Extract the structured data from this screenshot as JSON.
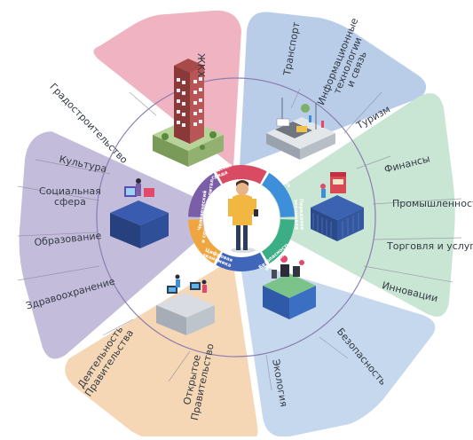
{
  "colors": {
    "housing": "#efb3c1",
    "transport": "#b9cde8",
    "finance": "#c9e5d4",
    "security": "#c6d8ee",
    "government": "#f6d7b5",
    "culture": "#c4bcdb",
    "ring_city": "#d94a63",
    "ring_digital": "#3c8fd8",
    "ring_economy": "#3cae86",
    "ring_security": "#3f66b8",
    "ring_gov": "#f0a640",
    "ring_human": "#7b5ea8",
    "circle": "#8b7fb0"
  },
  "sectors": {
    "housing": [
      "Градостроительство",
      "ЖКХ"
    ],
    "transport": [
      "Транспорт",
      "Информационные\nтехнологии\nи связь",
      "Туризм"
    ],
    "finance": [
      "Финансы",
      "Промышленность",
      "Торговля и услуги",
      "Инновации"
    ],
    "security": [
      "Безопасность",
      "Экология"
    ],
    "government": [
      "Деятельность\nПравительства",
      "Открытое\nПравительство"
    ],
    "culture": [
      "Культура",
      "Социальная\nсфера",
      "Образование",
      "Здравоохранение"
    ]
  },
  "ring": {
    "city": "Городская\nсреда",
    "digital": "Цифровая\nмобильность",
    "economy": "Передовая\nэкономика",
    "security": "Безопасность\nи экология",
    "gov": "Цифровая\nэкономика",
    "human": "Человеческий\nи социальный капитал"
  },
  "icons": {
    "housing": "apartment-building-icon",
    "transport": "street-traffic-icon",
    "finance": "market-stall-icon",
    "security": "eco-block-icon",
    "government": "office-workers-icon",
    "culture": "classroom-block-icon",
    "center": "person-smartphone-icon"
  }
}
